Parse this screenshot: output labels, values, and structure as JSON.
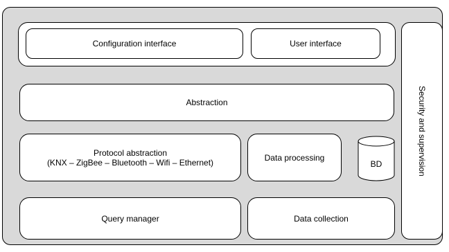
{
  "diagram": {
    "top_group": {
      "configuration_interface": "Configuration interface",
      "user_interface": "User interface"
    },
    "abstraction": "Abstraction",
    "protocol_abstraction": {
      "title": "Protocol abstraction",
      "protocols": "(KNX – ZigBee – Bluetooth – Wifi – Ethernet)"
    },
    "data_processing": "Data processing",
    "database": "BD",
    "query_manager": "Query manager",
    "data_collection": "Data collection",
    "security": "Security and supervision"
  },
  "colors": {
    "background_panel": "#d9d9d9",
    "box_fill": "#ffffff",
    "stroke": "#000000"
  }
}
